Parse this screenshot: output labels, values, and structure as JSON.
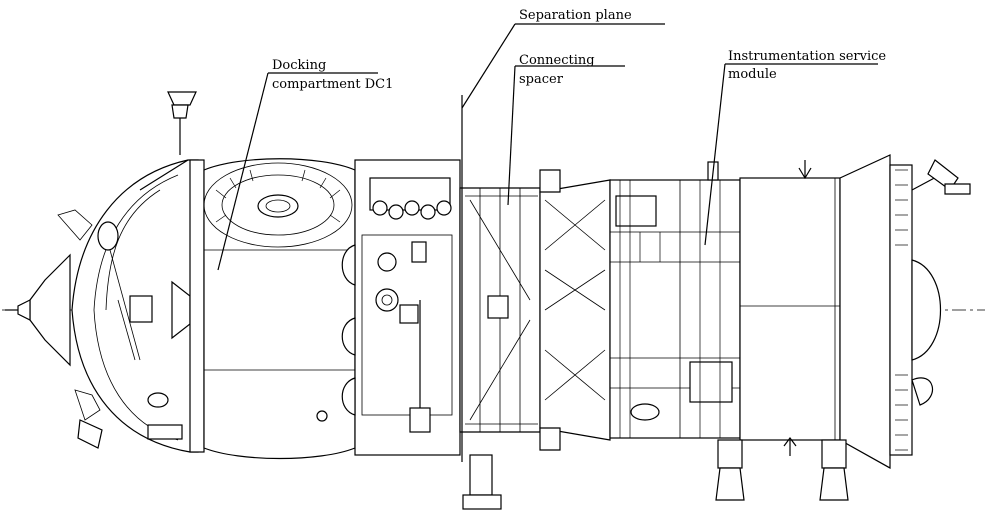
{
  "labels": {
    "separation_plane": "Separation plane",
    "docking_line1": "Docking",
    "docking_line2": "compartment DC1",
    "connecting_line1": "Connecting",
    "connecting_line2": "spacer",
    "instrumentation_line1": "Instrumentation service",
    "instrumentation_line2": "module"
  }
}
